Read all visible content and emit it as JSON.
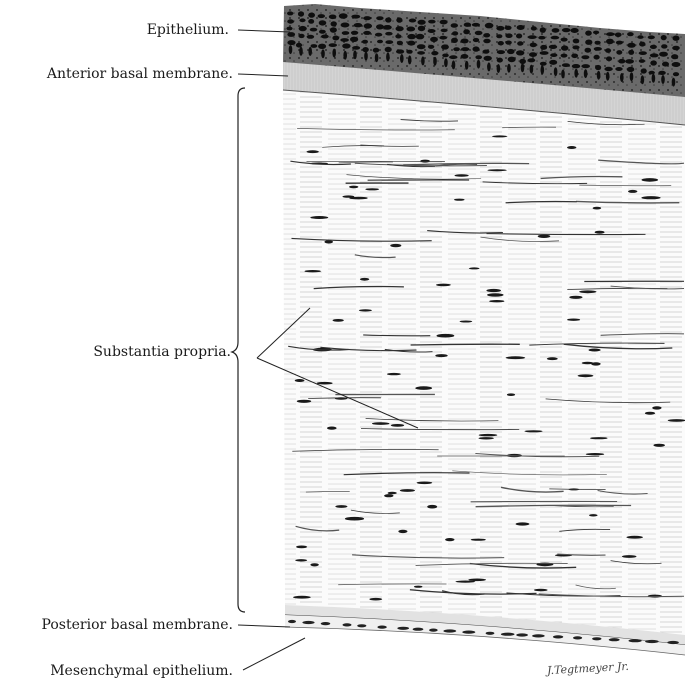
{
  "figure": {
    "labels": {
      "epithelium": "Epithelium.",
      "anterior_basal_membrane": "Anterior basal membrane.",
      "substantia_propria": "Substantia propria.",
      "posterior_basal_membrane": "Posterior basal membrane.",
      "mesenchymal_epithelium": "Mesenchymal epithelium."
    },
    "signature": "J.Tegtmeyer Jr."
  },
  "colors": {
    "ink": "#1a1a1a",
    "epithelium_bg": "#5a5a5a",
    "nucleus": "#111111",
    "membrane": "#d2d2d2",
    "stroma": "#fafafa"
  }
}
